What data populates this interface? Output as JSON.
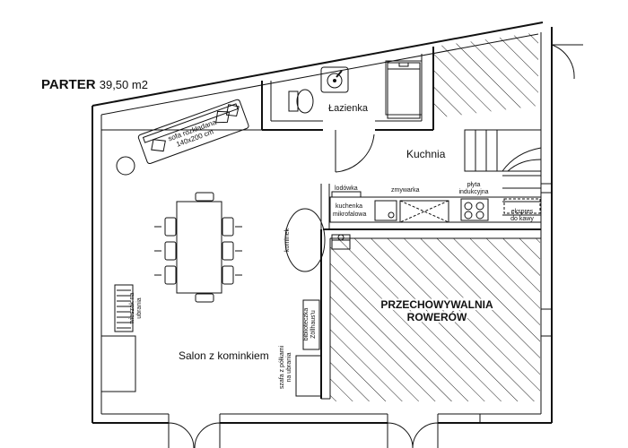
{
  "header": {
    "floor_name": "PARTER",
    "area": "39,50 m2"
  },
  "rooms": {
    "living": "Salon z kominkiem",
    "bathroom": "Łazienka",
    "kitchen": "Kuchnia",
    "storage_line1": "PRZECHOWYWALNIA",
    "storage_line2": "ROWERÓW"
  },
  "furniture": {
    "sofa_line1": "sofa rozkładana",
    "sofa_line2": "140x200 cm",
    "coat_rack_line1": "wieszak na",
    "coat_rack_line2": "ubrania",
    "fireplace": "kominek",
    "fridge": "lodówka",
    "dishwasher": "zmywarka",
    "hob_line1": "płyta",
    "hob_line2": "indukcyjna",
    "microwave_line1": "kuchenka",
    "microwave_line2": "mikrofalowa",
    "espresso_line1": "ekspres",
    "espresso_line2": "do kawy",
    "bookshelf_line1": "biblioteczka",
    "bookshelf_line2": "Zöllhaus'u",
    "wardrobe_line1": "szafa z półkami",
    "wardrobe_line2": "na ubrania"
  }
}
